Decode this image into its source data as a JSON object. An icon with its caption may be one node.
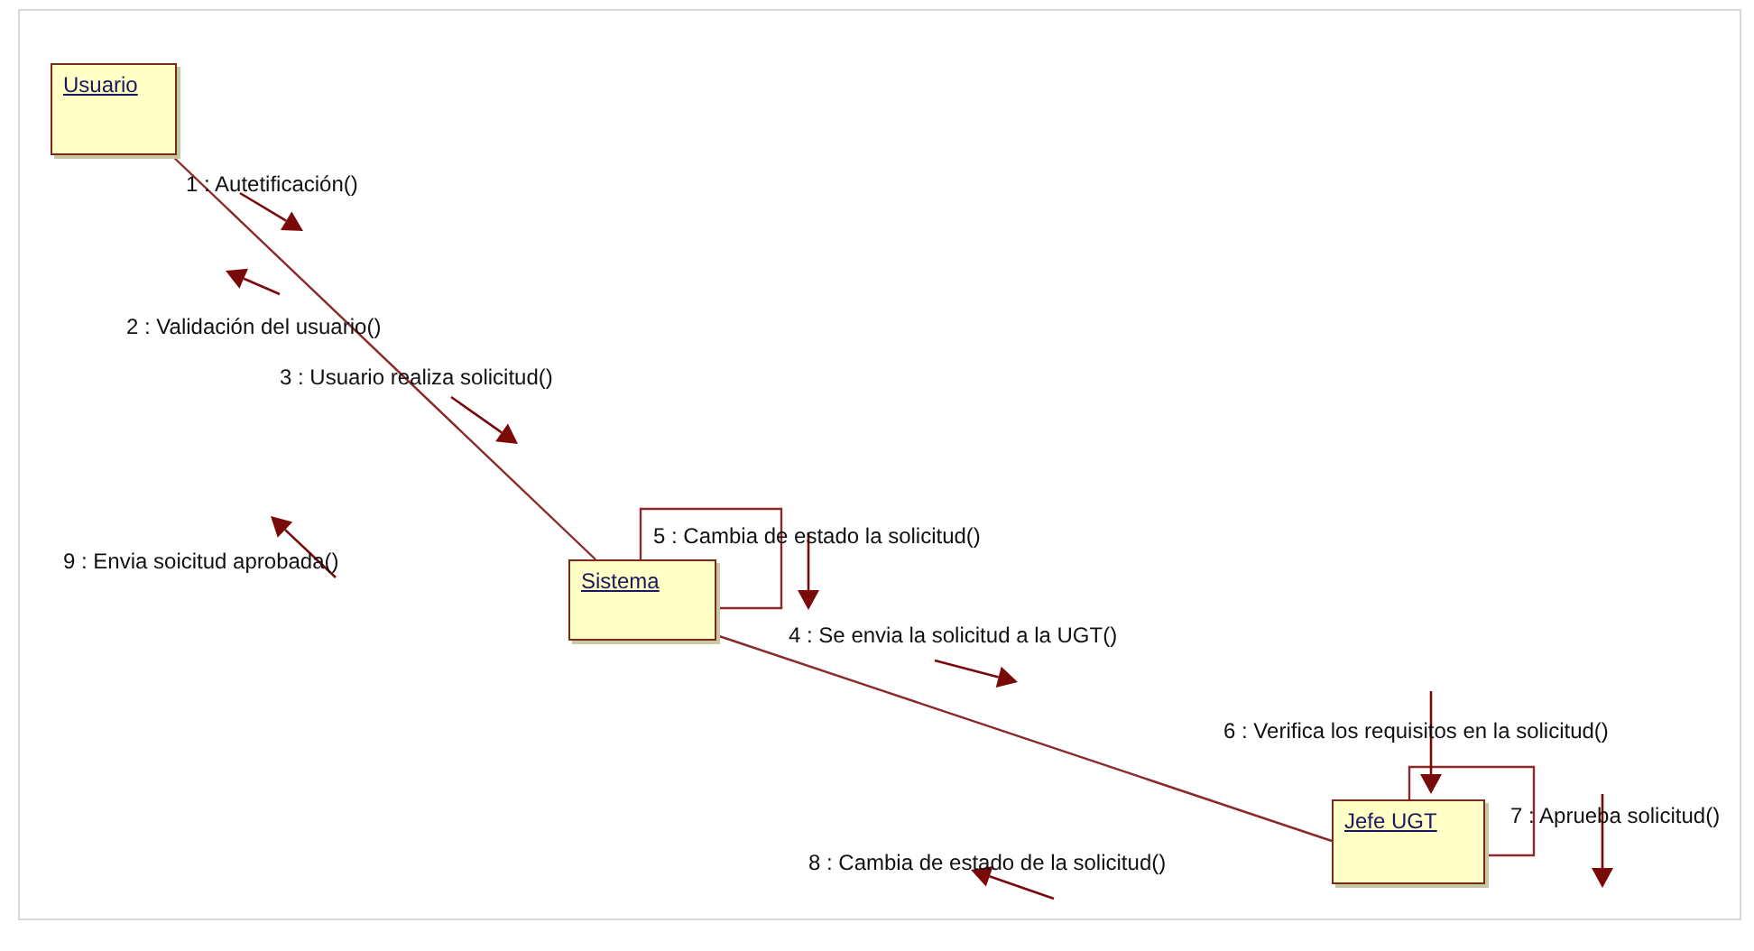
{
  "diagram": {
    "nodes": [
      {
        "text": [
          "Usuario"
        ]
      },
      {
        "text": [
          "Sistema"
        ]
      },
      {
        "text": [
          "Jefe UGT"
        ]
      }
    ],
    "edges": [
      {
        "from": 0,
        "to": 1,
        "arrow": "none"
      },
      {
        "from": 1,
        "to": 1,
        "arrow": "none"
      },
      {
        "from": 1,
        "to": 2,
        "arrow": "none"
      },
      {
        "from": 2,
        "to": 2,
        "arrow": "none"
      }
    ],
    "labels": [
      "1 : Autetificación()",
      "2 : Validación del usuario()",
      "3 : Usuario realiza solicitud()",
      "5 : Cambia de estado la solicitud()",
      "9 : Envia soicitud aprobada()",
      "4 : Se envia la solicitud a la UGT()",
      "6 : Verifica los requisitos en la solicitud()",
      "7 : Aprueba solicitud()",
      "8 : Cambia de estado de la solicitud()"
    ]
  }
}
